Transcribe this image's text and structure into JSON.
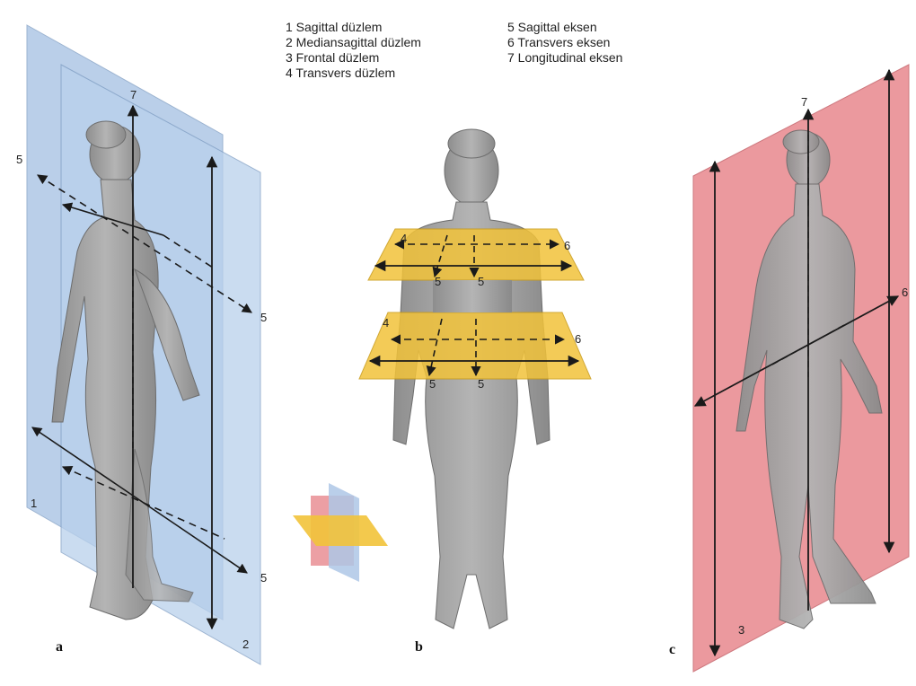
{
  "legend": {
    "left": [
      "1 Sagittal düzlem",
      "2 Mediansagittal düzlem",
      "3 Frontal düzlem",
      "4 Transvers düzlem"
    ],
    "right": [
      "5 Sagittal eksen",
      "6 Transvers eksen",
      "7 Longitudinal eksen"
    ]
  },
  "panels": {
    "a": {
      "letter": "a",
      "labels": {
        "n5_top": "5",
        "n5_mid": "5",
        "n5_bottom": "5",
        "n7": "7",
        "n1": "1",
        "n2": "2"
      }
    },
    "b": {
      "letter": "b",
      "labels": {
        "n4_top": "4",
        "n6_top": "6",
        "n5_t1": "5",
        "n5_t2": "5",
        "n4_bot": "4",
        "n6_bot": "6",
        "n5_b1": "5",
        "n5_b2": "5"
      }
    },
    "c": {
      "letter": "c",
      "labels": {
        "n7": "7",
        "n6": "6",
        "n3": "3"
      }
    }
  },
  "colors": {
    "sagittal_plane": "#aec7e6",
    "frontal_plane": "#e98e94",
    "transverse_plane": "#f2c33a",
    "body": "#a6a6a6",
    "arrow": "#1a1a1a"
  },
  "icons": [
    "body-figure",
    "plane-cube-icon"
  ]
}
